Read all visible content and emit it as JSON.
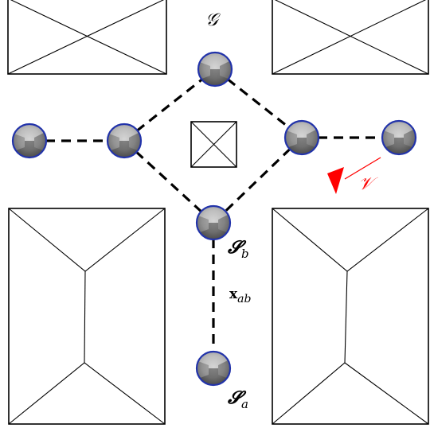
{
  "labels": {
    "goal": "𝒢",
    "start_b_main": "𝓢",
    "start_b_sub": "b",
    "start_a_main": "𝓢",
    "start_a_sub": "a",
    "edge_main": "x",
    "edge_sub": "ab",
    "view": "𝒱"
  },
  "colors": {
    "node_border": "#2233aa",
    "view_arrow": "#ff0000",
    "panorama_sky": "#d9d9d9",
    "panorama_ground": "#4a4a4a"
  },
  "icons": {
    "node": "panorama-thumbnail-icon",
    "view": "triangle-pointer-icon"
  }
}
